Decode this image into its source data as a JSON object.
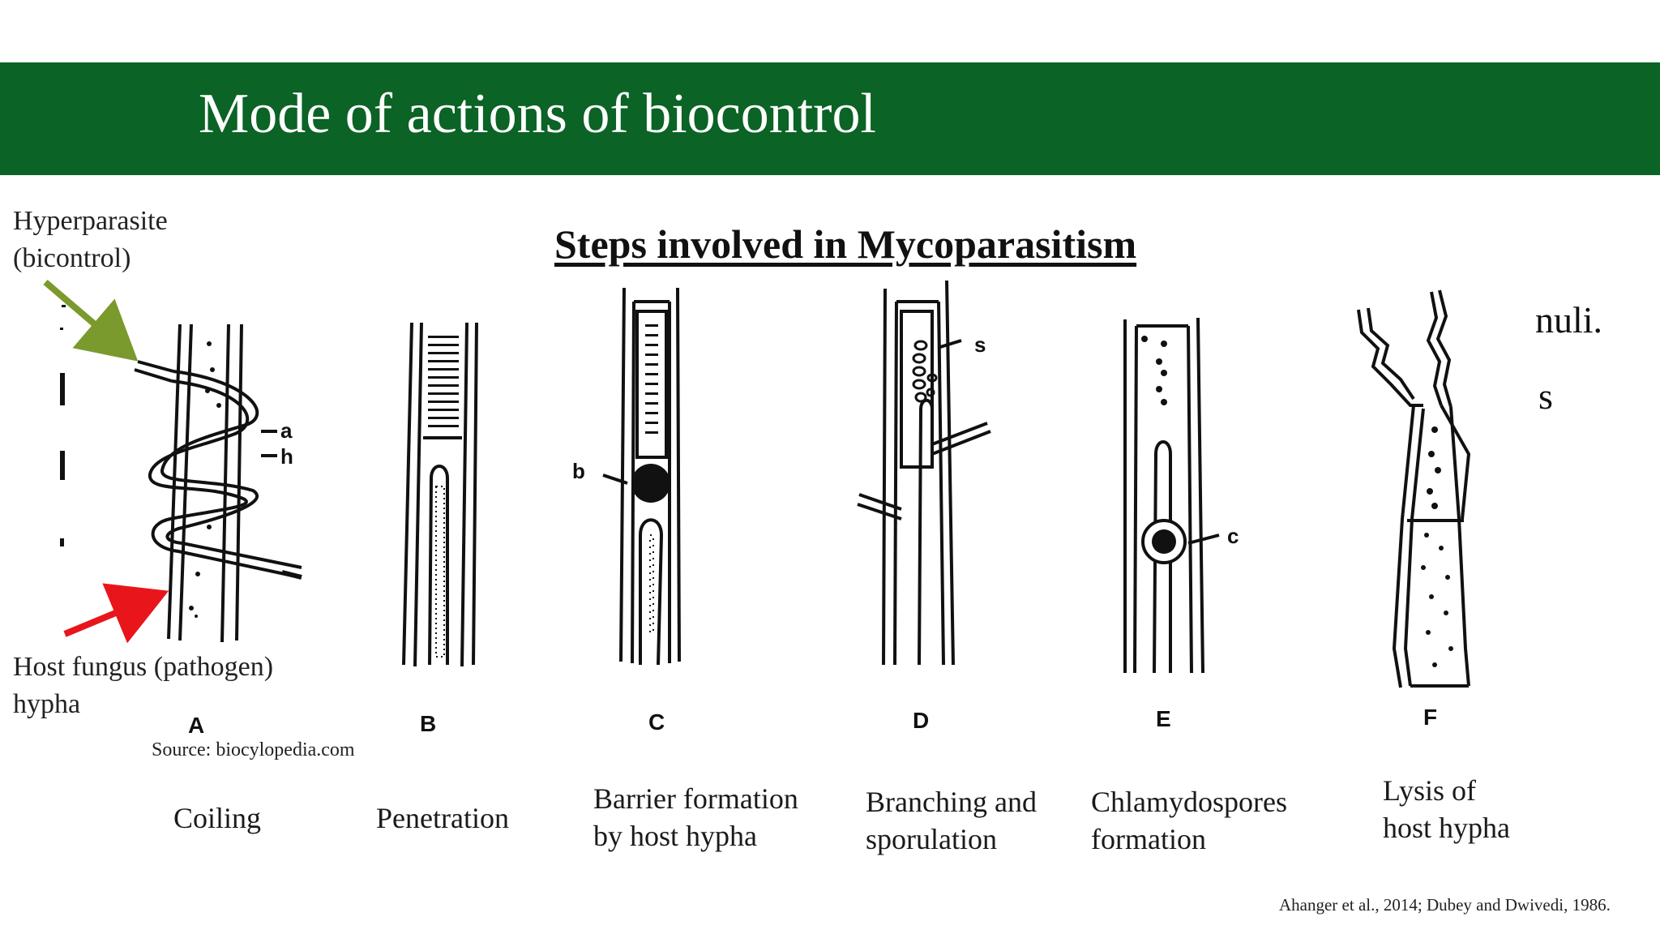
{
  "slide": {
    "title": "Mode of actions of biocontrol",
    "subtitle": "Steps involved in Mycoparasitism",
    "labels": {
      "hyperparasite_line1": "Hyperparasite",
      "hyperparasite_line2": "(bicontrol)",
      "host_line1": "Host fungus (pathogen)",
      "host_line2": "hypha"
    },
    "source": "Source: biocylopedia.com",
    "citation": "Ahanger et al., 2014; Dubey and Dwivedi, 1986.",
    "obscured_fragments": [
      "nuli.",
      "s"
    ],
    "colors": {
      "banner": "#0b6325",
      "arrow_green": "#7a9a2e",
      "arrow_red": "#e8161b"
    }
  },
  "figure": {
    "panel_letters": [
      "A",
      "B",
      "C",
      "D",
      "E",
      "F"
    ],
    "part_labels": {
      "a": "a",
      "h": "h",
      "b": "b",
      "s": "s",
      "c": "c"
    }
  },
  "steps": [
    {
      "line1": "Coiling",
      "line2": ""
    },
    {
      "line1": "Penetration",
      "line2": ""
    },
    {
      "line1": "Barrier formation",
      "line2": "by host hypha"
    },
    {
      "line1": "Branching and",
      "line2": "sporulation"
    },
    {
      "line1": "Chlamydospores",
      "line2": "formation"
    },
    {
      "line1": "Lysis of",
      "line2": "host hypha"
    }
  ]
}
